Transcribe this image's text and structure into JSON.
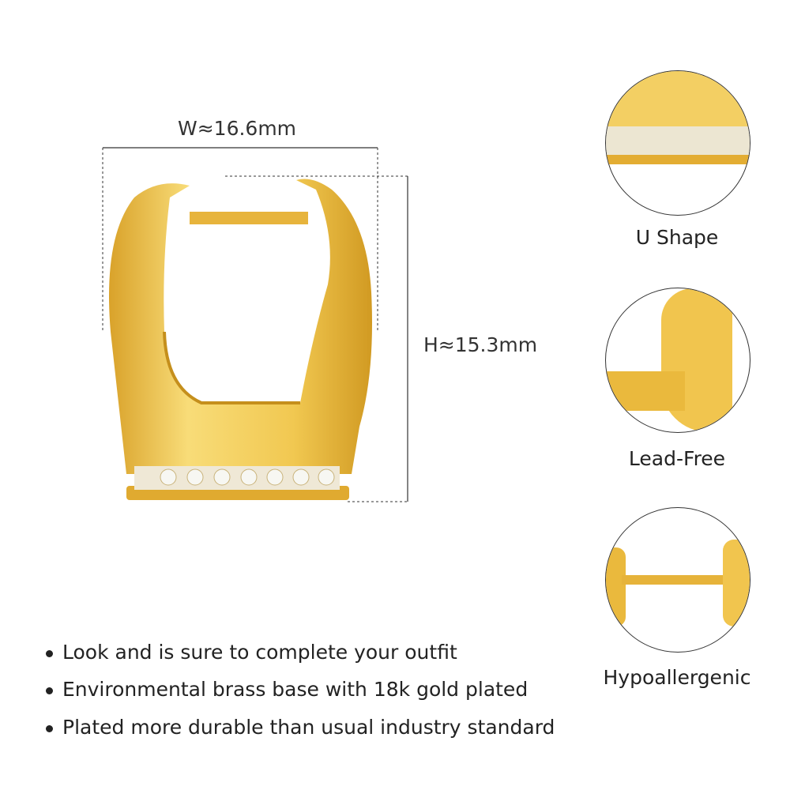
{
  "dimensions": {
    "width_label": "W≈16.6mm",
    "height_label": "H≈15.3mm"
  },
  "features": [
    {
      "label": "U Shape"
    },
    {
      "label": "Lead-Free"
    },
    {
      "label": "Hypoallergenic"
    }
  ],
  "bullets": [
    "Look and is sure to complete your outfit",
    "Environmental brass base with 18k gold plated",
    "Plated more durable than usual industry standard"
  ],
  "colors": {
    "gold": "#e9b93a",
    "gold_light": "#f7dc7d",
    "gold_dark": "#c8921c",
    "stone": "#f2f2ee"
  }
}
